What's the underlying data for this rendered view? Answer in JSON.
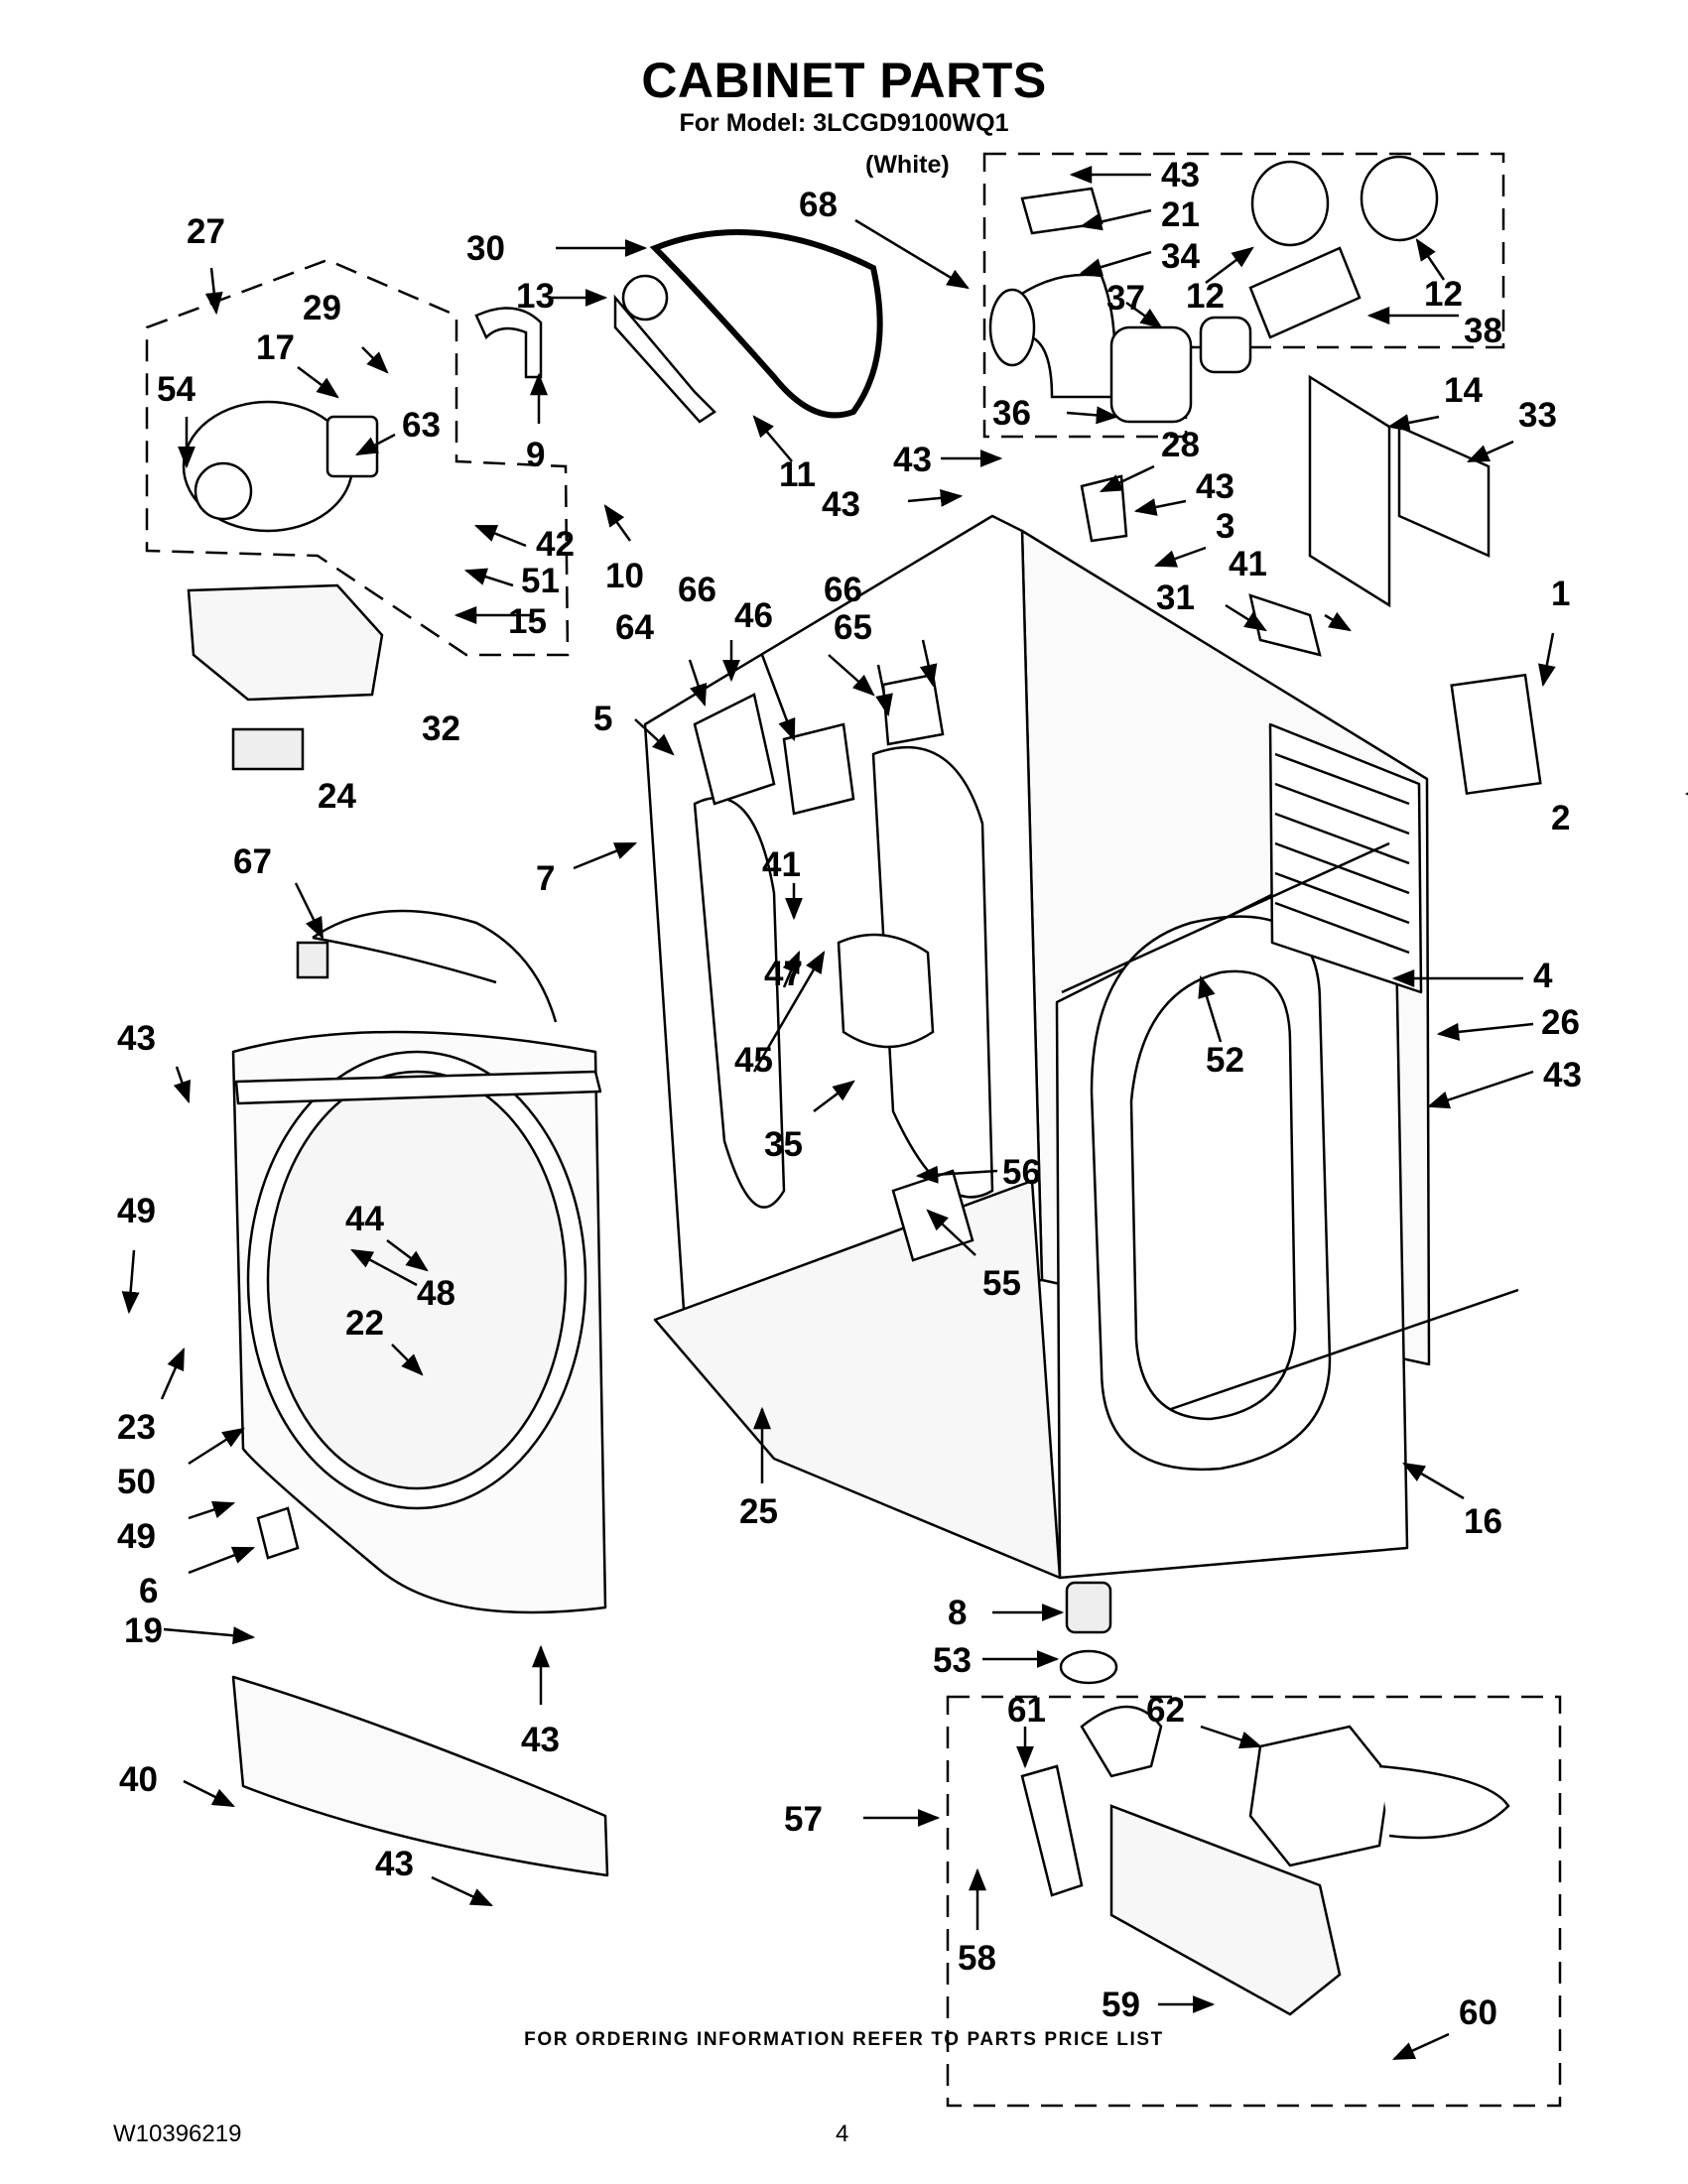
{
  "header": {
    "title": "CABINET PARTS",
    "model_line": "For Model: 3LCGD9100WQ1",
    "color": "(White)"
  },
  "callouts": [
    "43",
    "21",
    "34",
    "12",
    "12",
    "68",
    "30",
    "13",
    "37",
    "38",
    "36",
    "11",
    "27",
    "29",
    "17",
    "54",
    "63",
    "9",
    "14",
    "33",
    "43",
    "43",
    "28",
    "43",
    "3",
    "10",
    "42",
    "51",
    "15",
    "41",
    "31",
    "66",
    "46",
    "66",
    "65",
    "64",
    "5",
    "32",
    "1",
    "2",
    "24",
    "67",
    "7",
    "41",
    "47",
    "4",
    "26",
    "52",
    "45",
    "35",
    "43",
    "43",
    "56",
    "55",
    "49",
    "44",
    "48",
    "22",
    "23",
    "50",
    "25",
    "49",
    "16",
    "6",
    "19",
    "43",
    "8",
    "53",
    "61",
    "62",
    "40",
    "57",
    "43",
    "58",
    "59",
    "60"
  ],
  "footer": {
    "ordering_note": "FOR ORDERING INFORMATION REFER TO PARTS PRICE LIST",
    "doc_number": "W10396219",
    "page_number": "4"
  },
  "colors": {
    "ink": "#000000",
    "paper": "#ffffff",
    "panel": "#f2f2f2"
  }
}
